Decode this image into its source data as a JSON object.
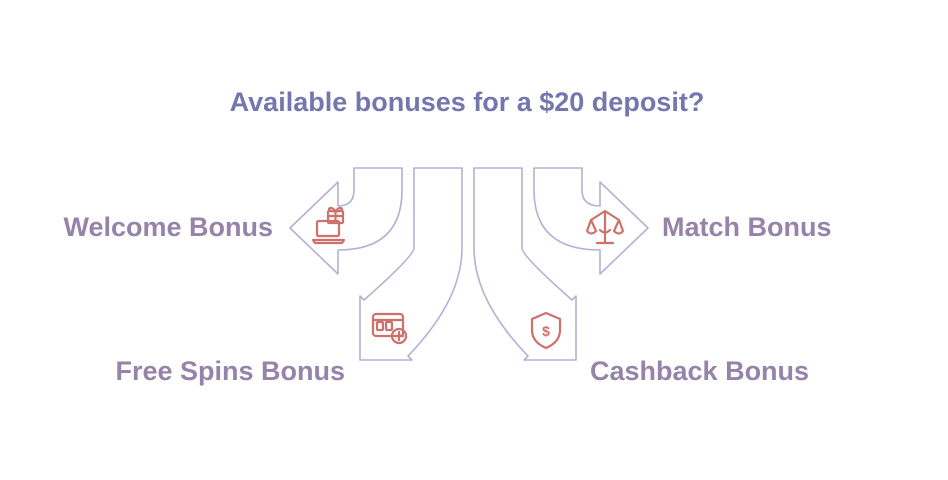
{
  "title": "Available bonuses for a $20 deposit?",
  "options": [
    {
      "label": "Welcome Bonus",
      "icon": "laptop-gift-icon"
    },
    {
      "label": "Free Spins Bonus",
      "icon": "slot-machine-add-icon"
    },
    {
      "label": "Cashback Bonus",
      "icon": "dollar-shield-icon"
    },
    {
      "label": "Match Bonus",
      "icon": "balance-scale-icon"
    }
  ],
  "colors": {
    "title": "#7477ad",
    "label": "#9683a9",
    "arrow_stroke": "#b4b1d6",
    "icon": "#d0706b"
  }
}
